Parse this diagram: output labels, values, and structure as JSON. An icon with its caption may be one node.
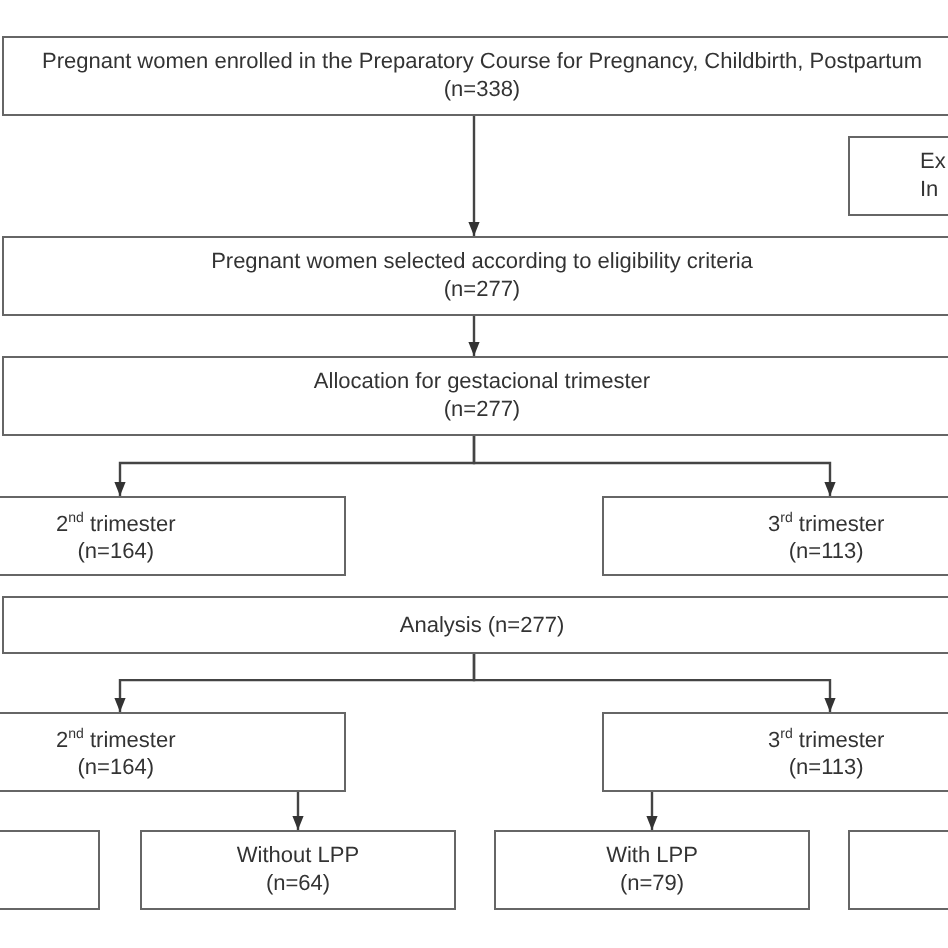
{
  "diagram": {
    "nodes": [
      {
        "text": [
          "Pregnant women enrolled in the Preparatory Course for Pregnancy, Childbirth, Postpartum",
          "(n=338)"
        ]
      },
      {
        "text": [
          "Ex In"
        ]
      },
      {
        "text": [
          "Pregnant women selected according to eligibility criteria",
          "(n=277)"
        ]
      },
      {
        "text": [
          "Allocation for gestacional trimester",
          "(n=277)"
        ]
      },
      {
        "text": [
          "2$^{nd}$ trimester",
          "(n=164)"
        ]
      },
      {
        "text": [
          "3$^{rd}$ trimester",
          "(n=113)"
        ]
      },
      {
        "text": [
          "Analysis (n=277)"
        ]
      },
      {
        "text": [
          "2$^{nd}$ trimester",
          "(n=164)"
        ]
      },
      {
        "text": [
          "3$^{rd}$ trimester",
          "(n=113)"
        ]
      },
      {
        "text": [],
        "shape": "box"
      },
      {
        "text": [
          "Without LPP",
          "(n=64)"
        ]
      },
      {
        "text": [
          "With LPP",
          "(n=79)"
        ]
      },
      {
        "text": [],
        "shape": "box"
      }
    ],
    "edges": [
      {
        "from": 0,
        "to": 2,
        "arrow": "to"
      },
      {
        "from": 2,
        "to": 3,
        "arrow": "to"
      },
      {
        "from": 3,
        "to": 4,
        "arrow": "to"
      },
      {
        "from": 3,
        "to": 5,
        "arrow": "to"
      },
      {
        "from": 6,
        "to": 7,
        "arrow": "to"
      },
      {
        "from": 6,
        "to": 8,
        "arrow": "to"
      },
      {
        "from": 7,
        "to": 10,
        "arrow": "to"
      },
      {
        "from": 8,
        "to": 11,
        "arrow": "to"
      }
    ]
  }
}
